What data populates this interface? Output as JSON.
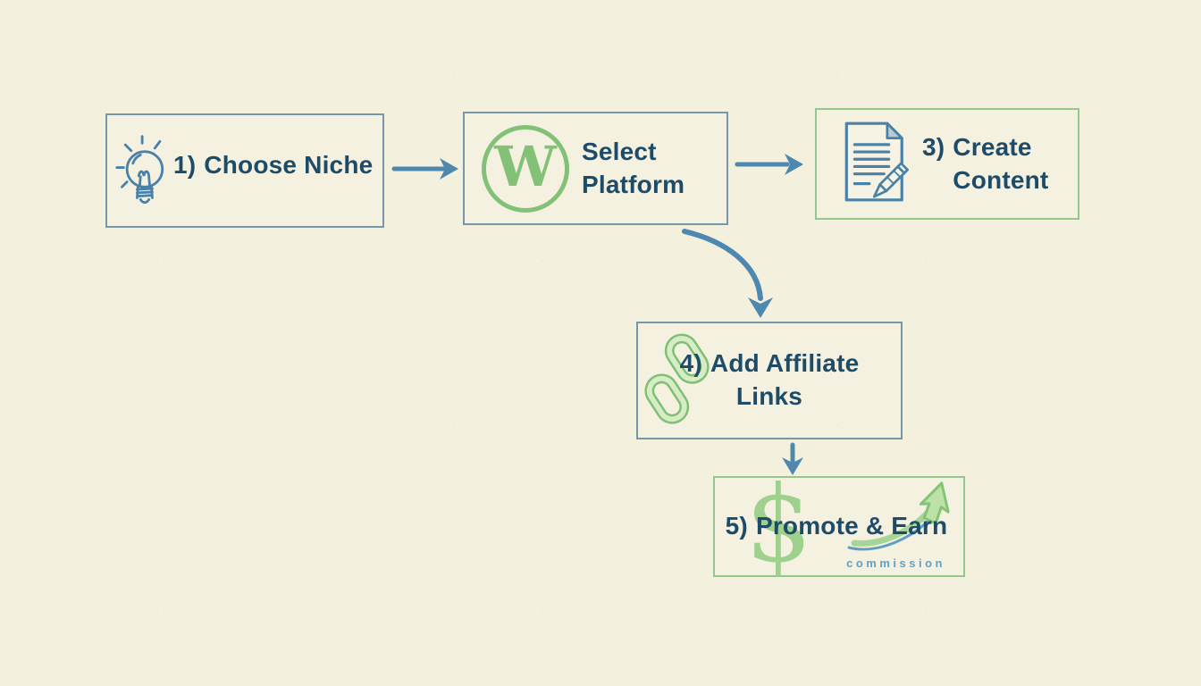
{
  "flowchart": {
    "steps": [
      {
        "number": "1)",
        "label": "Choose Niche",
        "icon": "lightbulb-icon"
      },
      {
        "label": "Select Platform",
        "icon": "wordpress-icon"
      },
      {
        "number": "3)",
        "label": "Create Content",
        "icon": "document-pencil-icon"
      },
      {
        "number": "4)",
        "label": "Add Affiliate Links",
        "icon": "chain-link-icon"
      },
      {
        "number": "5)",
        "label": "Promote & Earn",
        "icon": "dollar-sign-icon"
      }
    ],
    "wordpress_letter": "W",
    "dollar_glyph": "$",
    "commission_label": "commission",
    "colors": {
      "background": "#f4f0de",
      "box_border_blue": "#7796a9",
      "box_border_green": "#93c88c",
      "arrow_blue": "#4e88ae",
      "text_navy": "#1d4b68",
      "icon_blue": "#4a81a8",
      "wordpress_green": "#82c177",
      "chain_green": "#9ccf8a",
      "dollar_green": "#9ccf8a",
      "commission_text_blue": "#64a0bf"
    }
  }
}
